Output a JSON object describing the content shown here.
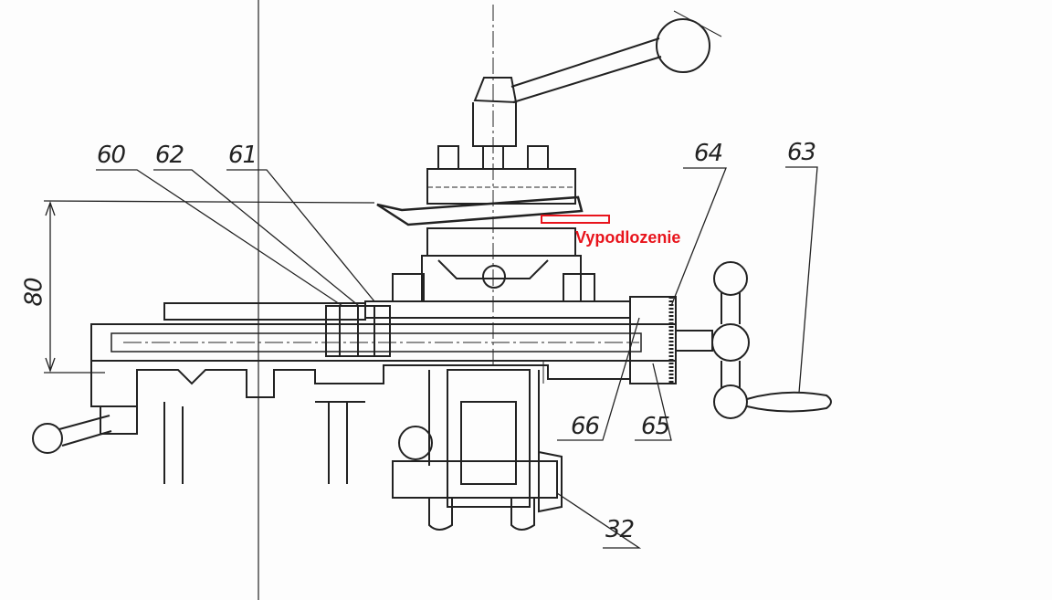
{
  "drawing": {
    "part_labels": {
      "p60": "60",
      "p62": "62",
      "p61": "61",
      "p64": "64",
      "p63": "63",
      "p66": "66",
      "p65": "65",
      "p32": "32"
    },
    "dimension": "80",
    "annotation": {
      "text": "Vypodlozenie",
      "color": "#e8141c"
    }
  }
}
